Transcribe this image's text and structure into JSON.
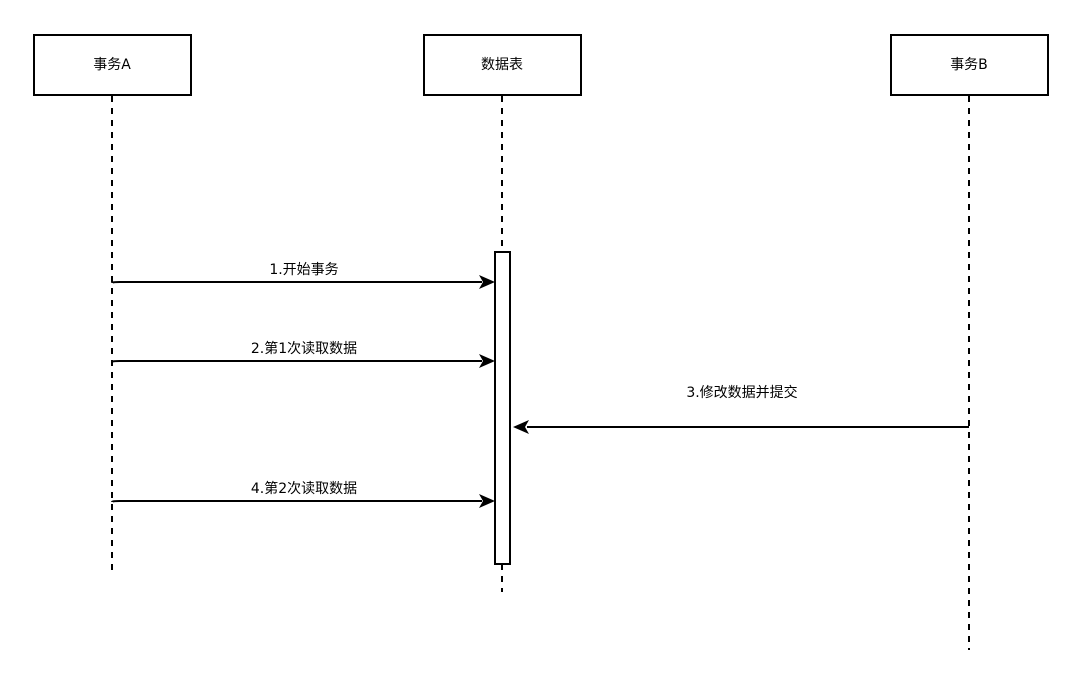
{
  "participants": {
    "a": {
      "label": "事务A"
    },
    "table": {
      "label": "数据表"
    },
    "b": {
      "label": "事务B"
    }
  },
  "messages": [
    {
      "label": "1.开始事务",
      "from": "事务A",
      "to": "数据表"
    },
    {
      "label": "2.第1次读取数据",
      "from": "事务A",
      "to": "数据表"
    },
    {
      "label": "3.修改数据并提交",
      "from": "事务B",
      "to": "数据表"
    },
    {
      "label": "4.第2次读取数据",
      "from": "事务A",
      "to": "数据表"
    }
  ],
  "colors": {
    "stroke": "#000000",
    "background": "#ffffff"
  }
}
